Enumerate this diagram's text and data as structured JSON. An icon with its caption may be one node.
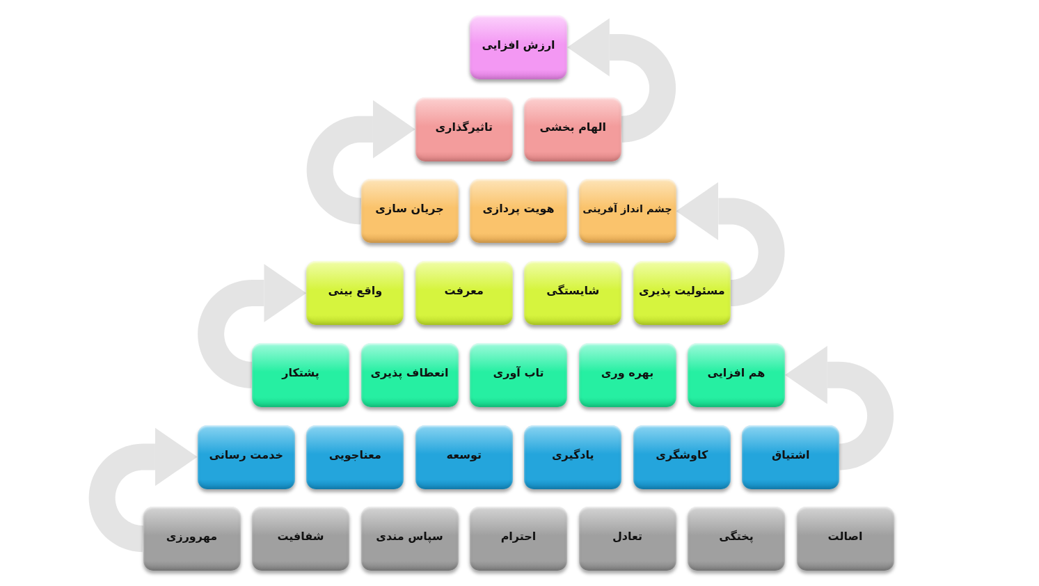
{
  "diagram": {
    "nodes": [
      {
        "text": [
          "ارزش افزایی"
        ]
      },
      {
        "text": [
          "الهام بخشی"
        ]
      },
      {
        "text": [
          "تاثیرگذاری"
        ]
      },
      {
        "text": [
          "چشم انداز آفرینی"
        ]
      },
      {
        "text": [
          "هویت پردازی"
        ]
      },
      {
        "text": [
          "جریان سازی"
        ]
      },
      {
        "text": [
          "مسئولیت پذیری"
        ]
      },
      {
        "text": [
          "شایستگی"
        ]
      },
      {
        "text": [
          "معرفت"
        ]
      },
      {
        "text": [
          "واقع بینی"
        ]
      },
      {
        "text": [
          "هم افزایی"
        ]
      },
      {
        "text": [
          "بهره وری"
        ]
      },
      {
        "text": [
          "تاب آوری"
        ]
      },
      {
        "text": [
          "انعطاف پذیری"
        ]
      },
      {
        "text": [
          "پشتکار"
        ]
      },
      {
        "text": [
          "اشتیاق"
        ]
      },
      {
        "text": [
          "کاوشگری"
        ]
      },
      {
        "text": [
          "یادگیری"
        ]
      },
      {
        "text": [
          "توسعه"
        ]
      },
      {
        "text": [
          "معناجویی"
        ]
      },
      {
        "text": [
          "خدمت رسانی"
        ]
      },
      {
        "text": [
          "اصالت"
        ]
      },
      {
        "text": [
          "پختگی"
        ]
      },
      {
        "text": [
          "تعادل"
        ]
      },
      {
        "text": [
          "احترام"
        ]
      },
      {
        "text": [
          "سپاس مندی"
        ]
      },
      {
        "text": [
          "شفافیت"
        ]
      },
      {
        "text": [
          "مهرورزی"
        ]
      }
    ],
    "edges": [
      {
        "from": 27,
        "to": 20,
        "arrow": "to"
      },
      {
        "from": 15,
        "to": 10,
        "arrow": "to"
      },
      {
        "from": 14,
        "to": 9,
        "arrow": "to"
      },
      {
        "from": 6,
        "to": 3,
        "arrow": "to"
      },
      {
        "from": 5,
        "to": 2,
        "arrow": "to"
      },
      {
        "from": 1,
        "to": 0,
        "arrow": "to"
      }
    ]
  }
}
